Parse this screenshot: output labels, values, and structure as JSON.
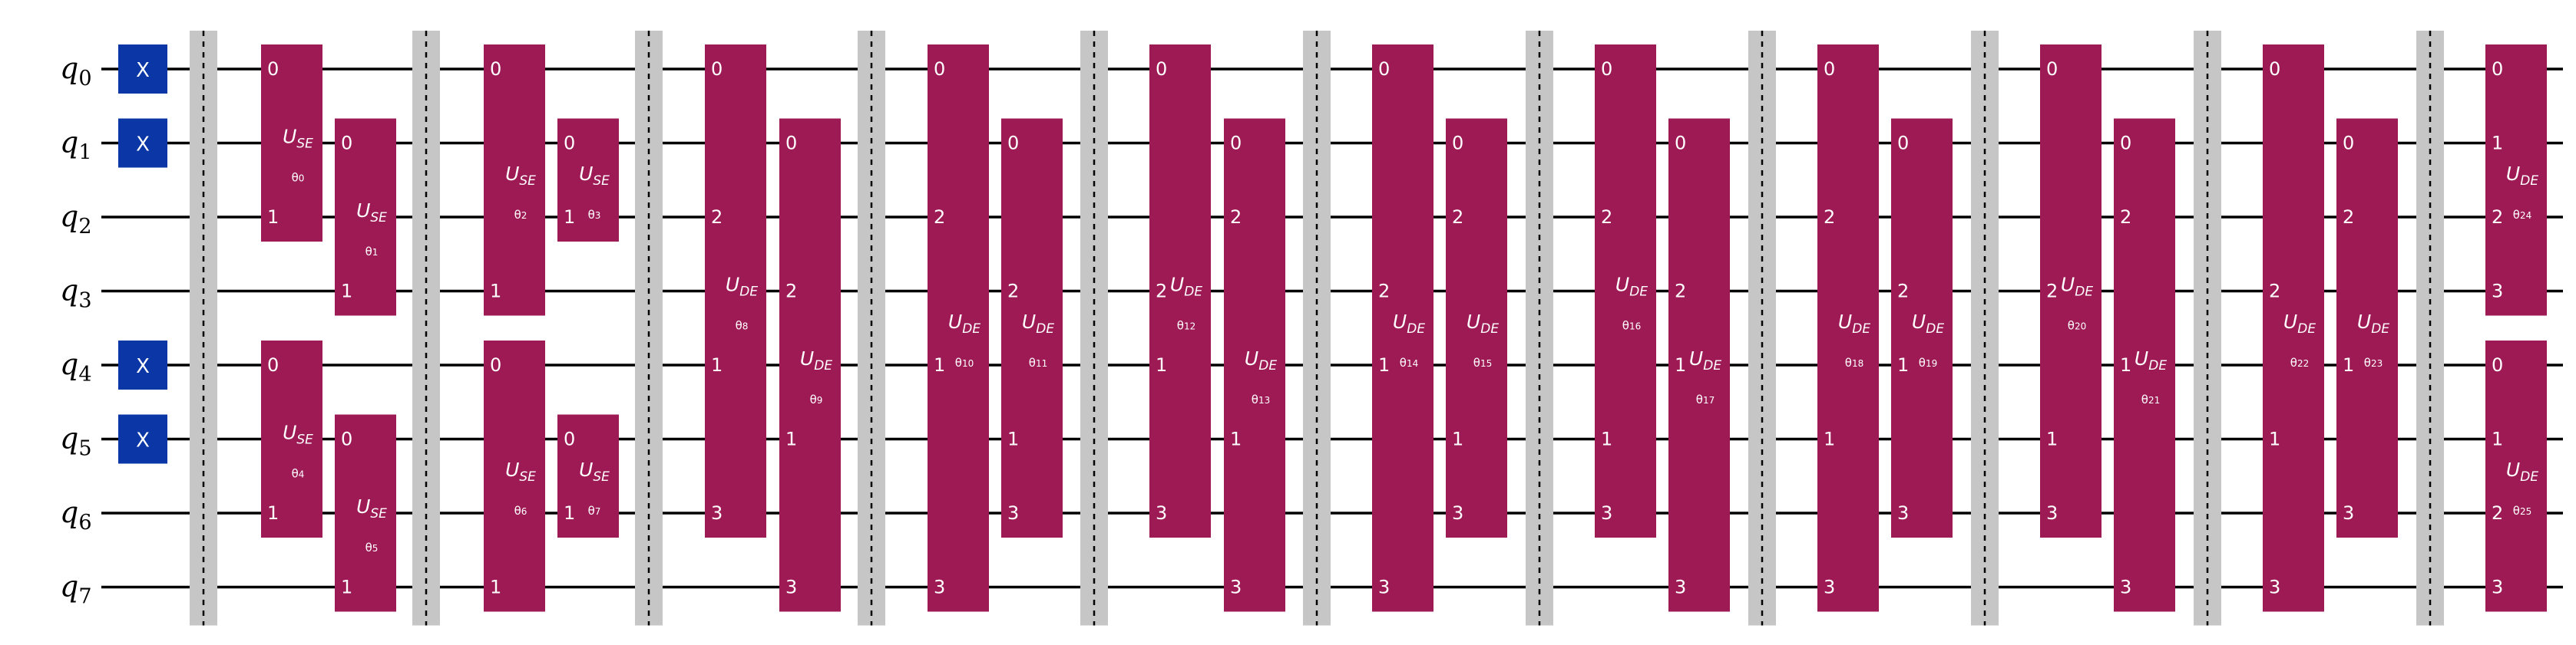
{
  "qubits": [
    {
      "letter": "q",
      "index": "0"
    },
    {
      "letter": "q",
      "index": "1"
    },
    {
      "letter": "q",
      "index": "2"
    },
    {
      "letter": "q",
      "index": "3"
    },
    {
      "letter": "q",
      "index": "4"
    },
    {
      "letter": "q",
      "index": "5"
    },
    {
      "letter": "q",
      "index": "6"
    },
    {
      "letter": "q",
      "index": "7"
    }
  ],
  "x_gate": {
    "label": "X",
    "qubits": [
      0,
      1,
      4,
      5
    ],
    "color": "#0a36a6"
  },
  "barrier_count": 11,
  "gate_color": "#9d1a55",
  "layers": [
    {
      "gates": [
        {
          "name": "U",
          "sub": "SE",
          "param": "θ",
          "param_index": "0",
          "qubits": [
            0,
            2
          ],
          "pins": [
            "0",
            "1"
          ]
        },
        {
          "name": "U",
          "sub": "SE",
          "param": "θ",
          "param_index": "1",
          "qubits": [
            1,
            3
          ],
          "pins": [
            "0",
            "1"
          ]
        },
        {
          "name": "U",
          "sub": "SE",
          "param": "θ",
          "param_index": "4",
          "qubits": [
            4,
            6
          ],
          "pins": [
            "0",
            "1"
          ]
        },
        {
          "name": "U",
          "sub": "SE",
          "param": "θ",
          "param_index": "5",
          "qubits": [
            5,
            7
          ],
          "pins": [
            "0",
            "1"
          ]
        }
      ]
    },
    {
      "gates": [
        {
          "name": "U",
          "sub": "SE",
          "param": "θ",
          "param_index": "2",
          "qubits": [
            0,
            3
          ],
          "pins": [
            "0",
            "1"
          ]
        },
        {
          "name": "U",
          "sub": "SE",
          "param": "θ",
          "param_index": "3",
          "qubits": [
            1,
            2
          ],
          "pins": [
            "0",
            "1"
          ]
        },
        {
          "name": "U",
          "sub": "SE",
          "param": "θ",
          "param_index": "6",
          "qubits": [
            4,
            7
          ],
          "pins": [
            "0",
            "1"
          ]
        },
        {
          "name": "U",
          "sub": "SE",
          "param": "θ",
          "param_index": "7",
          "qubits": [
            5,
            6
          ],
          "pins": [
            "0",
            "1"
          ]
        }
      ]
    },
    {
      "gates": [
        {
          "name": "U",
          "sub": "DE",
          "param": "θ",
          "param_index": "8",
          "qubits": [
            0,
            6,
            2,
            4
          ],
          "pins": [
            "0",
            "3",
            "2",
            "1"
          ]
        },
        {
          "name": "U",
          "sub": "DE",
          "param": "θ",
          "param_index": "9",
          "qubits": [
            1,
            7,
            3,
            5
          ],
          "pins": [
            "0",
            "3",
            "2",
            "1"
          ]
        }
      ]
    },
    {
      "gates": [
        {
          "name": "U",
          "sub": "DE",
          "param": "θ",
          "param_index": "10",
          "qubits": [
            0,
            7,
            2,
            4
          ],
          "pins": [
            "0",
            "3",
            "2",
            "1"
          ]
        },
        {
          "name": "U",
          "sub": "DE",
          "param": "θ",
          "param_index": "11",
          "qubits": [
            1,
            6,
            3,
            5
          ],
          "pins": [
            "0",
            "3",
            "2",
            "1"
          ]
        }
      ]
    },
    {
      "gates": [
        {
          "name": "U",
          "sub": "DE",
          "param": "θ",
          "param_index": "12",
          "qubits": [
            0,
            6,
            3,
            4
          ],
          "pins": [
            "0",
            "3",
            "2",
            "1"
          ]
        },
        {
          "name": "U",
          "sub": "DE",
          "param": "θ",
          "param_index": "13",
          "qubits": [
            1,
            7,
            2,
            5
          ],
          "pins": [
            "0",
            "3",
            "2",
            "1"
          ]
        }
      ]
    },
    {
      "gates": [
        {
          "name": "U",
          "sub": "DE",
          "param": "θ",
          "param_index": "14",
          "qubits": [
            0,
            7,
            3,
            4
          ],
          "pins": [
            "0",
            "3",
            "2",
            "1"
          ]
        },
        {
          "name": "U",
          "sub": "DE",
          "param": "θ",
          "param_index": "15",
          "qubits": [
            1,
            6,
            2,
            5
          ],
          "pins": [
            "0",
            "3",
            "2",
            "1"
          ]
        }
      ]
    },
    {
      "gates": [
        {
          "name": "U",
          "sub": "DE",
          "param": "θ",
          "param_index": "16",
          "qubits": [
            0,
            6,
            2,
            5
          ],
          "pins": [
            "0",
            "3",
            "2",
            "1"
          ]
        },
        {
          "name": "U",
          "sub": "DE",
          "param": "θ",
          "param_index": "17",
          "qubits": [
            1,
            7,
            3,
            4
          ],
          "pins": [
            "0",
            "3",
            "2",
            "1"
          ]
        }
      ]
    },
    {
      "gates": [
        {
          "name": "U",
          "sub": "DE",
          "param": "θ",
          "param_index": "18",
          "qubits": [
            0,
            7,
            2,
            5
          ],
          "pins": [
            "0",
            "3",
            "2",
            "1"
          ]
        },
        {
          "name": "U",
          "sub": "DE",
          "param": "θ",
          "param_index": "19",
          "qubits": [
            1,
            6,
            3,
            4
          ],
          "pins": [
            "0",
            "3",
            "2",
            "1"
          ]
        }
      ]
    },
    {
      "gates": [
        {
          "name": "U",
          "sub": "DE",
          "param": "θ",
          "param_index": "20",
          "qubits": [
            0,
            6,
            3,
            5
          ],
          "pins": [
            "0",
            "3",
            "2",
            "1"
          ]
        },
        {
          "name": "U",
          "sub": "DE",
          "param": "θ",
          "param_index": "21",
          "qubits": [
            1,
            7,
            2,
            4
          ],
          "pins": [
            "0",
            "3",
            "2",
            "1"
          ]
        }
      ]
    },
    {
      "gates": [
        {
          "name": "U",
          "sub": "DE",
          "param": "θ",
          "param_index": "22",
          "qubits": [
            0,
            7,
            3,
            5
          ],
          "pins": [
            "0",
            "3",
            "2",
            "1"
          ]
        },
        {
          "name": "U",
          "sub": "DE",
          "param": "θ",
          "param_index": "23",
          "qubits": [
            1,
            6,
            2,
            4
          ],
          "pins": [
            "0",
            "3",
            "2",
            "1"
          ]
        }
      ]
    },
    {
      "gates": [
        {
          "name": "U",
          "sub": "DE",
          "param": "θ",
          "param_index": "24",
          "qubits": [
            0,
            1,
            2,
            3
          ],
          "pins": [
            "0",
            "1",
            "2",
            "3"
          ]
        },
        {
          "name": "U",
          "sub": "DE",
          "param": "θ",
          "param_index": "25",
          "qubits": [
            4,
            5,
            6,
            7
          ],
          "pins": [
            "0",
            "1",
            "2",
            "3"
          ]
        }
      ]
    }
  ]
}
